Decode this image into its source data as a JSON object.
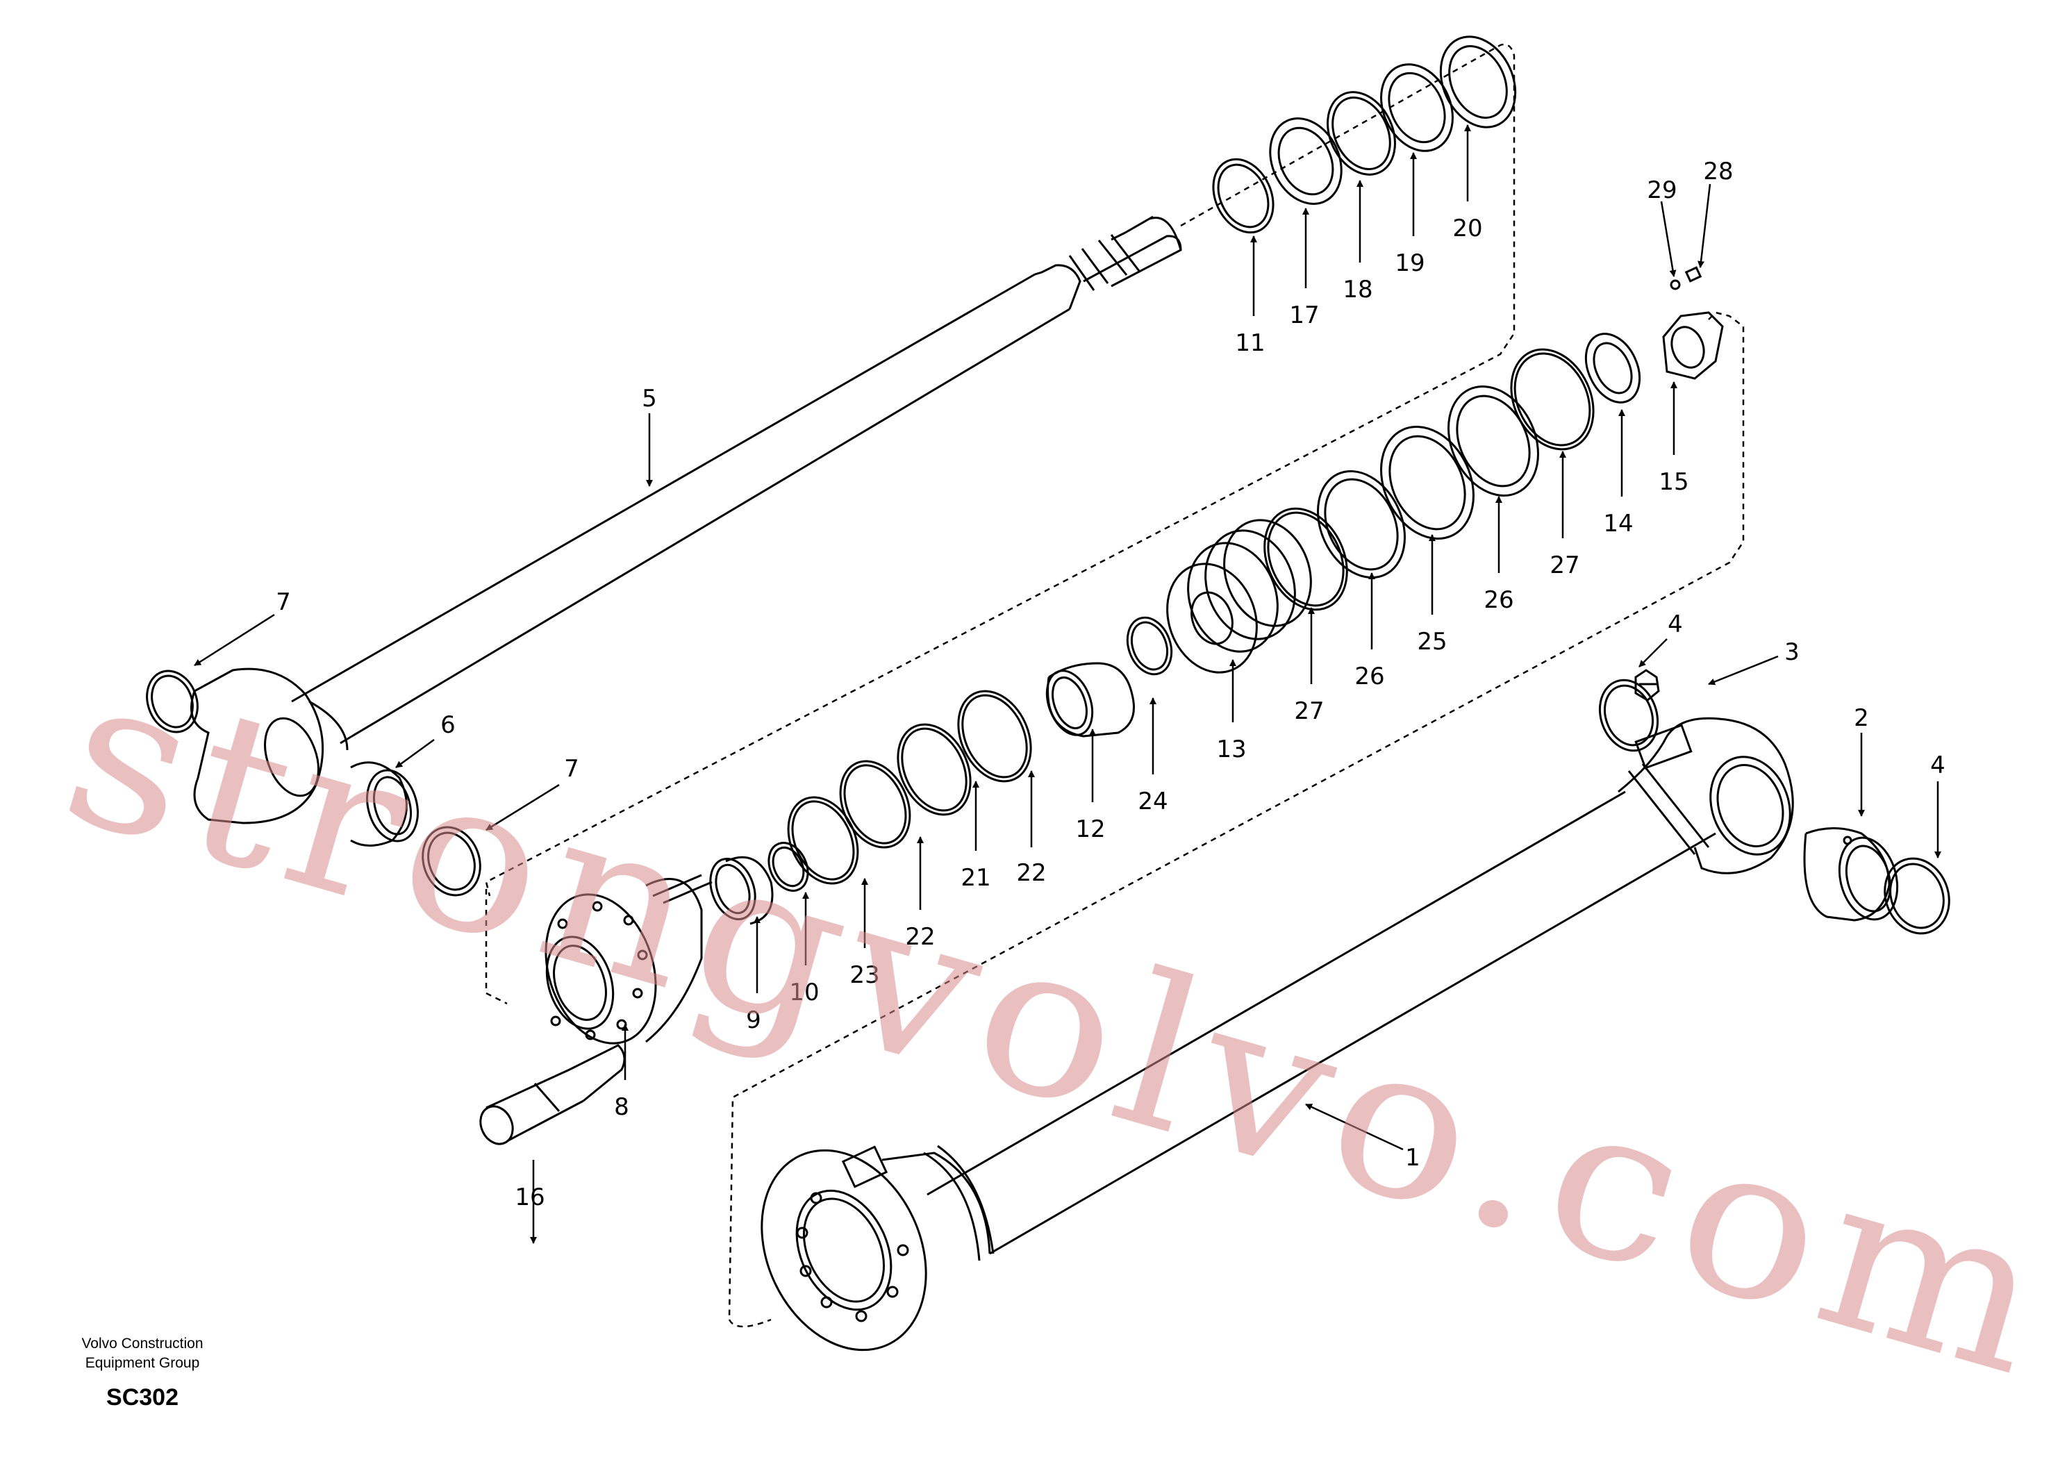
{
  "diagram": {
    "callouts": [
      "1",
      "2",
      "3",
      "4",
      "4",
      "5",
      "6",
      "7",
      "7",
      "8",
      "9",
      "10",
      "11",
      "12",
      "13",
      "14",
      "15",
      "16",
      "17",
      "18",
      "19",
      "20",
      "21",
      "22",
      "22",
      "23",
      "24",
      "25",
      "26",
      "26",
      "27",
      "27",
      "28",
      "29"
    ]
  },
  "watermark": {
    "text": "strongvolvo.com",
    "color": "#d98b8b"
  },
  "footer": {
    "group_line1": "Volvo Construction",
    "group_line2": "Equipment Group",
    "code": "SC302"
  },
  "icons": {
    "part_outline": "line-drawing",
    "leader": "arrow-icon"
  }
}
